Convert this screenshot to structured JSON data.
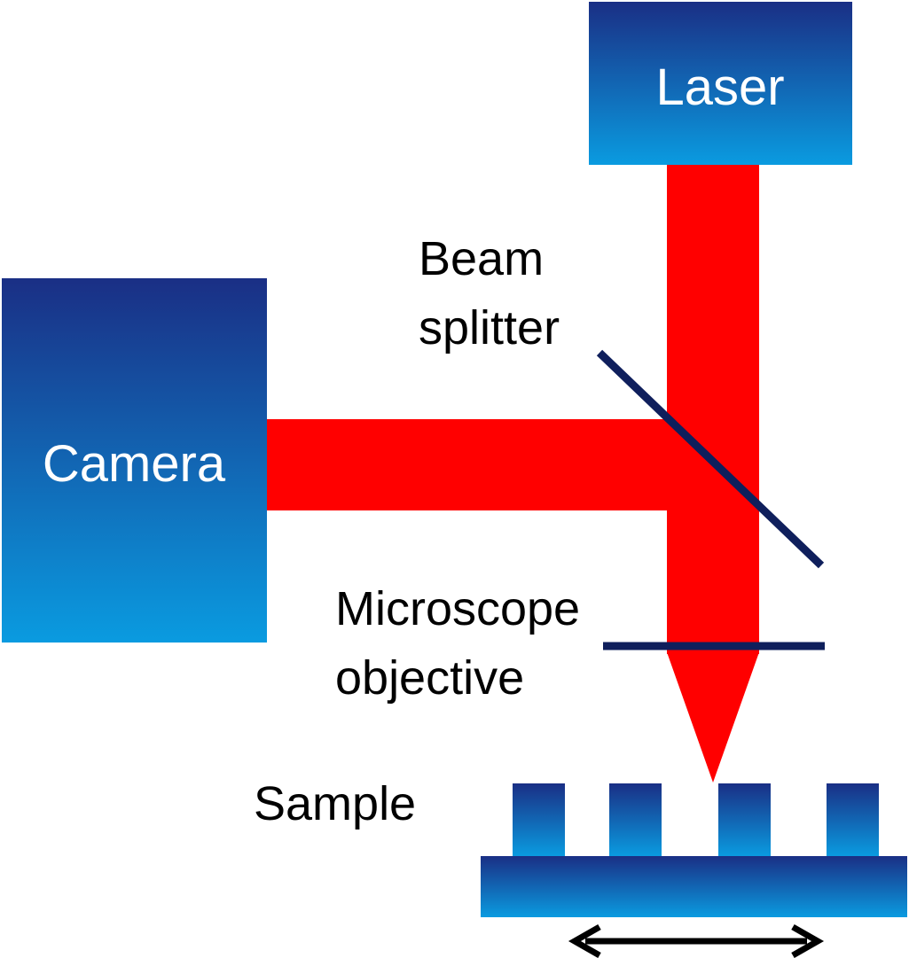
{
  "labels": {
    "laser": "Laser",
    "camera": "Camera",
    "beam_splitter_line1": "Beam",
    "beam_splitter_line2": "splitter",
    "objective_line1": "Microscope",
    "objective_line2": "objective",
    "sample": "Sample"
  },
  "colors": {
    "box_gradient_top": "#1a2f85",
    "box_gradient_bottom": "#0a9be0",
    "beam": "#ff0000",
    "optics": "#0f1f5c",
    "arrow": "#000000",
    "text_on_box": "#ffffff",
    "caption_text": "#000000"
  },
  "sample": {
    "pillar_count": 4,
    "stage_movement": "horizontal"
  }
}
